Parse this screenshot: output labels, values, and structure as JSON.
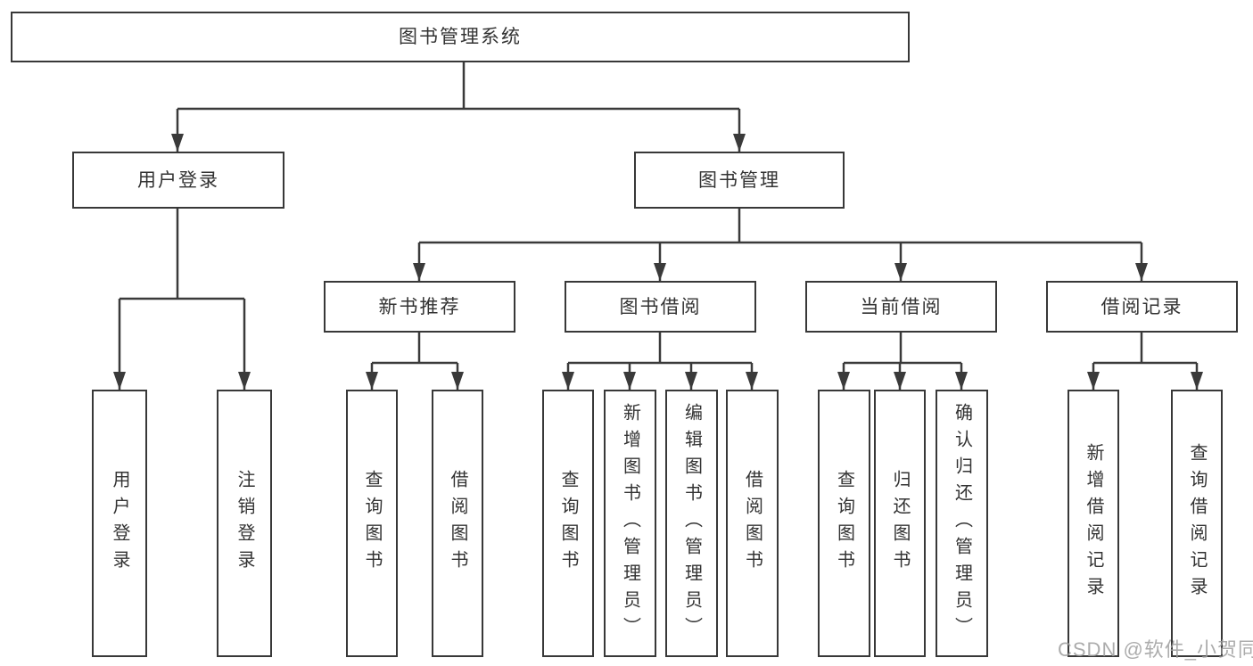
{
  "diagram": {
    "type": "hierarchy-tree",
    "watermark": "CSDN @软件_小贺同学",
    "colors": {
      "line": "#3a3a3a",
      "box_border": "#383838",
      "text": "#333333",
      "background": "#ffffff",
      "watermark": "#9e9e9e"
    },
    "tree": {
      "label": "图书管理系统",
      "children": [
        {
          "label": "用户登录",
          "children": [
            {
              "label": "用户登录"
            },
            {
              "label": "注销登录"
            }
          ]
        },
        {
          "label": "图书管理",
          "children": [
            {
              "label": "新书推荐",
              "children": [
                {
                  "label": "查询图书"
                },
                {
                  "label": "借阅图书"
                }
              ]
            },
            {
              "label": "图书借阅",
              "children": [
                {
                  "label": "查询图书"
                },
                {
                  "label": "新增图书（管理员）"
                },
                {
                  "label": "编辑图书（管理员）"
                },
                {
                  "label": "借阅图书"
                }
              ]
            },
            {
              "label": "当前借阅",
              "children": [
                {
                  "label": "查询图书"
                },
                {
                  "label": "归还图书"
                },
                {
                  "label": "确认归还（管理员）"
                }
              ]
            },
            {
              "label": "借阅记录",
              "children": [
                {
                  "label": "新增借阅记录"
                },
                {
                  "label": "查询借阅记录"
                }
              ]
            }
          ]
        }
      ]
    }
  }
}
